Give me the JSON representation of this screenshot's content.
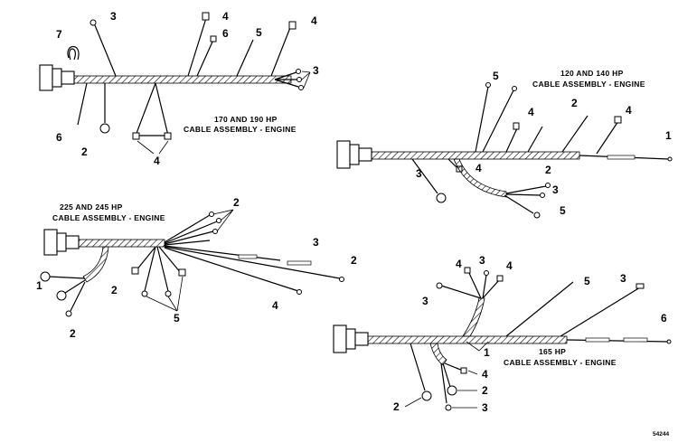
{
  "diagrams": [
    {
      "title_line1": "170 AND 190 HP",
      "title_line2": "CABLE ASSEMBLY - ENGINE",
      "labels": [
        "3",
        "4",
        "4",
        "6",
        "5",
        "7",
        "3",
        "6",
        "2",
        "4"
      ]
    },
    {
      "title_line1": "120 AND 140 HP",
      "title_line2": "CABLE ASSEMBLY - ENGINE",
      "labels": [
        "5",
        "2",
        "4",
        "4",
        "1",
        "3",
        "4",
        "2",
        "3",
        "5"
      ]
    },
    {
      "title_line1": "225 AND 245 HP",
      "title_line2": "CABLE ASSEMBLY - ENGINE",
      "labels": [
        "2",
        "3",
        "2",
        "2",
        "1",
        "5",
        "4",
        "2"
      ]
    },
    {
      "title_line1": "165 HP",
      "title_line2": "CABLE ASSEMBLY - ENGINE",
      "labels": [
        "4",
        "3",
        "4",
        "5",
        "3",
        "3",
        "6",
        "1",
        "4",
        "2",
        "2",
        "3"
      ]
    }
  ],
  "figure_number": "54244"
}
